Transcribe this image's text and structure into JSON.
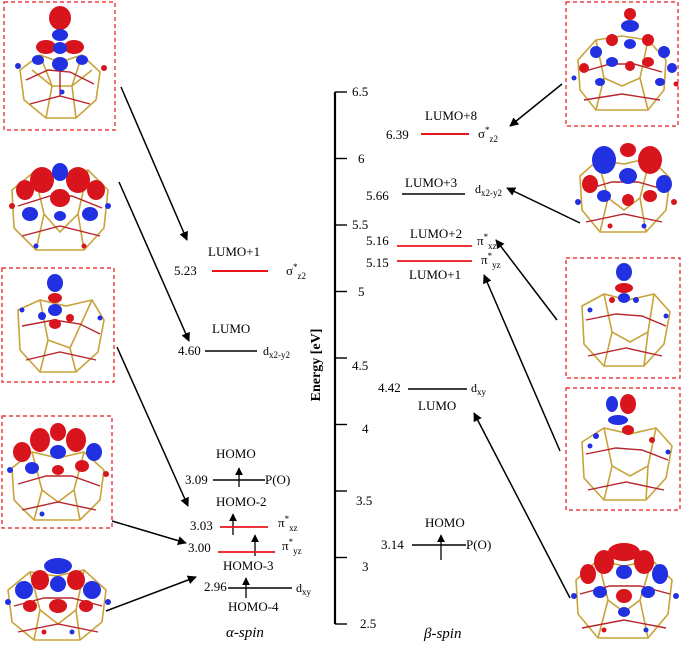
{
  "colors": {
    "lumo_highlight": "#e8161b",
    "level": "#000000",
    "frame": "#e8161b",
    "lobe_red": "#d8141c",
    "lobe_blue": "#2130e0",
    "bond_gold": "#c9a23a",
    "bond_red": "#b8242c"
  },
  "axis": {
    "label": "Energy [eV]",
    "ticks": [
      "6.5",
      "6",
      "5.5",
      "5",
      "4.5",
      "4",
      "3.5",
      "3",
      "2.5"
    ],
    "range": [
      2.5,
      6.5
    ]
  },
  "alpha": {
    "title": "α-spin",
    "levels": [
      {
        "name": "LUMO+1",
        "energy": "5.23",
        "orbital": "σ*z2",
        "orb_main": "σ",
        "orb_sup": "*",
        "orb_sub": "z2",
        "highlight": true
      },
      {
        "name": "LUMO",
        "energy": "4.60",
        "orbital": "dx2-y2",
        "orb_main": "d",
        "orb_sup": "",
        "orb_sub": "x2-y2",
        "highlight": false
      },
      {
        "name": "HOMO",
        "energy": "3.09",
        "orbital": "P(O)",
        "orb_main": "P(O)",
        "orb_sup": "",
        "orb_sub": "",
        "highlight": false
      },
      {
        "name": "HOMO-2",
        "energy": "3.03",
        "orbital": "π*xz",
        "orb_main": "π",
        "orb_sup": "*",
        "orb_sub": "xz",
        "highlight": true
      },
      {
        "name": "HOMO-3",
        "energy": "3.00",
        "orbital": "π*yz",
        "orb_main": "π",
        "orb_sup": "*",
        "orb_sub": "yz",
        "highlight": true
      },
      {
        "name": "HOMO-4",
        "energy": "2.96",
        "orbital": "dxy",
        "orb_main": "d",
        "orb_sup": "",
        "orb_sub": "xy",
        "highlight": false
      }
    ]
  },
  "beta": {
    "title": "β-spin",
    "levels": [
      {
        "name": "LUMO+8",
        "energy": "6.39",
        "orbital": "σ*z2",
        "orb_main": "σ",
        "orb_sup": "*",
        "orb_sub": "z2",
        "highlight": true
      },
      {
        "name": "LUMO+3",
        "energy": "5.66",
        "orbital": "dx2-y2",
        "orb_main": "d",
        "orb_sup": "",
        "orb_sub": "x2-y2",
        "highlight": false
      },
      {
        "name": "LUMO+2",
        "energy": "5.16",
        "orbital": "π*xz",
        "orb_main": "π",
        "orb_sup": "*",
        "orb_sub": "xz",
        "highlight": true
      },
      {
        "name": "LUMO+1",
        "energy": "5.15",
        "orbital": "π*yz",
        "orb_main": "π",
        "orb_sup": "*",
        "orb_sub": "yz",
        "highlight": true
      },
      {
        "name": "LUMO",
        "energy": "4.42",
        "orbital": "dxy",
        "orb_main": "d",
        "orb_sup": "",
        "orb_sub": "xy",
        "highlight": false
      },
      {
        "name": "HOMO",
        "energy": "3.14",
        "orbital": "P(O)",
        "orb_main": "P(O)",
        "orb_sup": "",
        "orb_sub": "",
        "highlight": false
      }
    ]
  }
}
